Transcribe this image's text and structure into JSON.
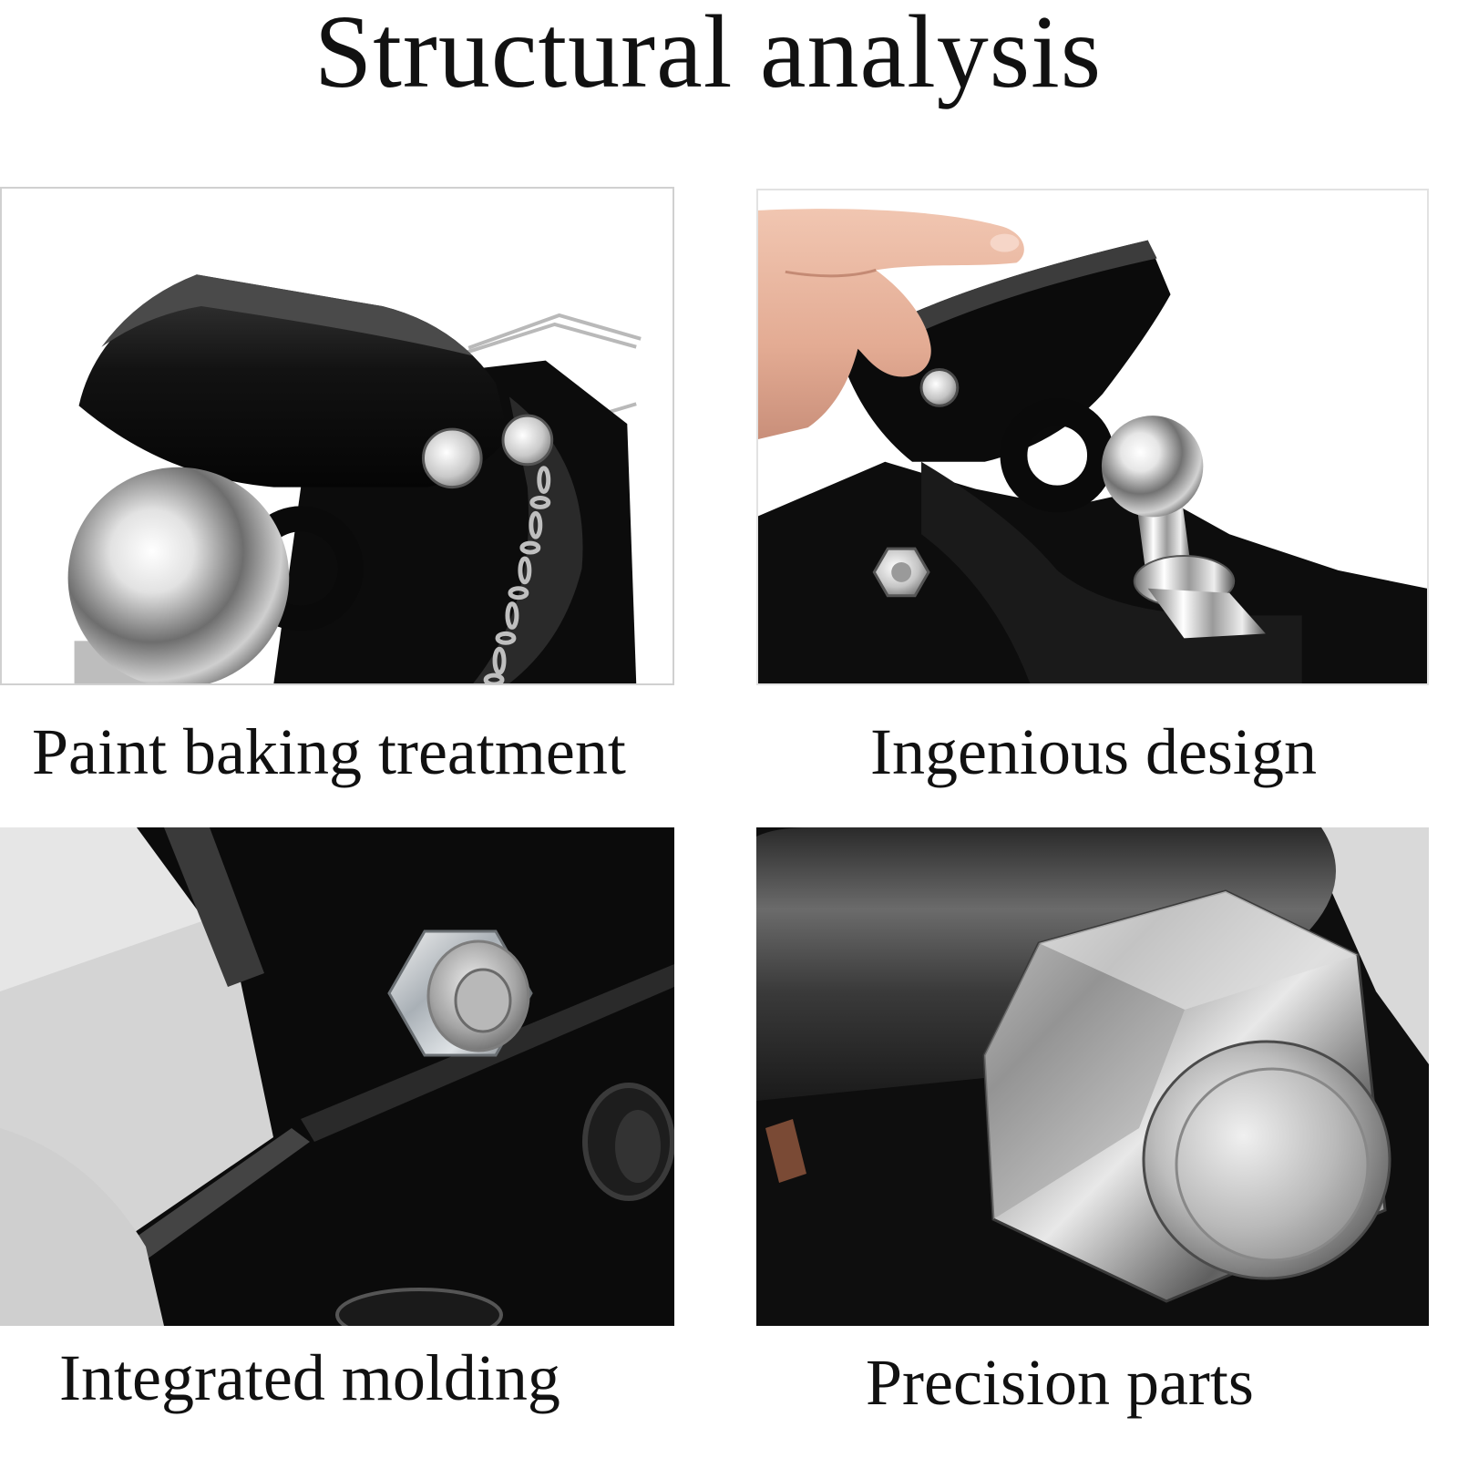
{
  "title": "Structural analysis",
  "panels": [
    {
      "caption": "Paint baking treatment"
    },
    {
      "caption": "Ingenious design"
    },
    {
      "caption": "Integrated molding"
    },
    {
      "caption": "Precision parts"
    }
  ],
  "colors": {
    "background": "#ffffff",
    "text": "#111111",
    "panel_border": "#d0d0d0",
    "paint_black": "#0b0b0b",
    "chrome": "#c9c9c9"
  }
}
